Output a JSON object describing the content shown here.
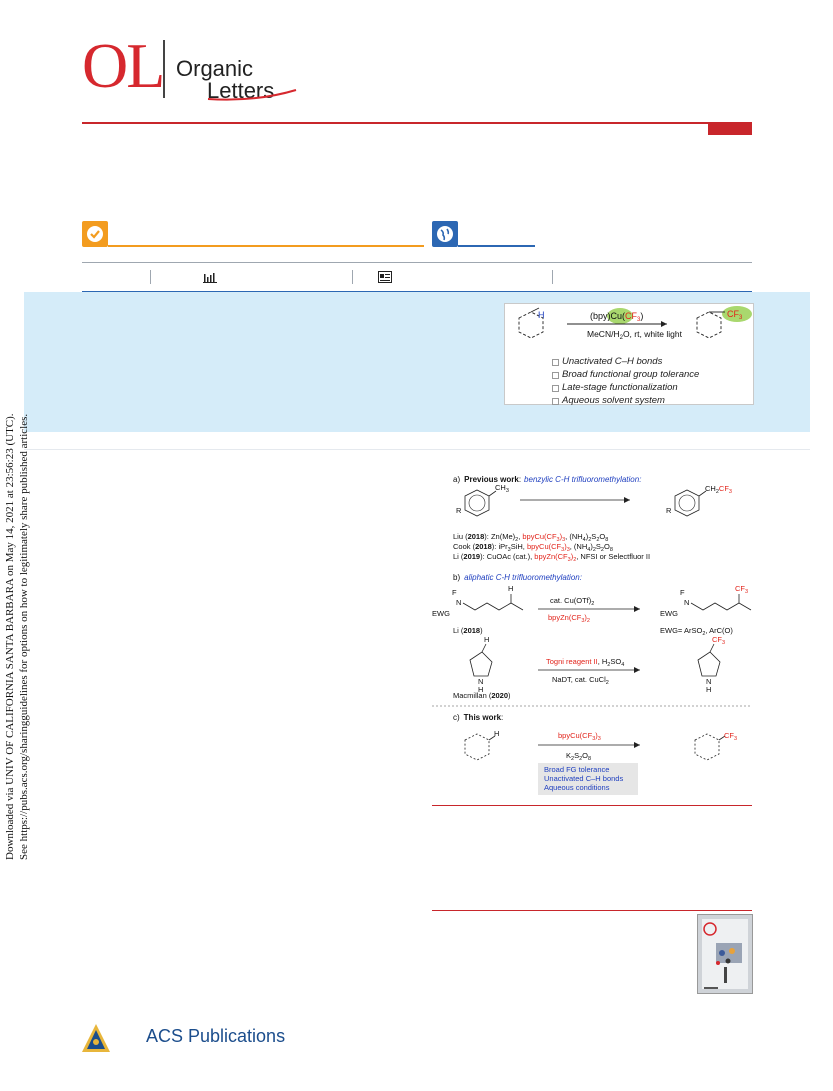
{
  "journal": {
    "logo_letters": "OL",
    "name_line1": "Organic",
    "name_line2": "Letters"
  },
  "side_note": {
    "line1": "Downloaded via UNIV OF CALIFORNIA SANTA BARBARA on May 14, 2021 at 23:56:23 (UTC).",
    "line2": "See https://pubs.acs.org/sharingguidelines for options on how to legitimately share published articles."
  },
  "toc": {
    "reagent_left": "(bpy)Cu(",
    "reagent_highlight": "CF",
    "reagent_sub": "3",
    "reagent_right": ")",
    "conditions_a": "MeCN/H",
    "conditions_sub": "2",
    "conditions_b": "O, rt, white light",
    "substrate_atom": "H",
    "product_group": "CF",
    "product_sub": "3",
    "features": [
      "Unactivated C–H bonds",
      "Broad functional group tolerance",
      "Late-stage functionalization",
      "Aqueous solvent system"
    ]
  },
  "figure": {
    "a_label": "a)",
    "a_bold": "Previous work",
    "a_colon": ":",
    "a_title": "benzylic C-H trifluoromethylation:",
    "a_reactant_group": "CH",
    "a_reactant_sub": "3",
    "a_r_label": "R",
    "a_product_group": "CH",
    "a_product_sub": "2",
    "a_product_cf": "CF",
    "a_product_cf_sub": "3",
    "refs": [
      {
        "pre": "Liu (",
        "year": "2018",
        "mid": "): Zn(Me)",
        "mid_sub": "2",
        "comma": ", ",
        "red": "bpyCu(CF",
        "red_sub": "3",
        "red_end": ")",
        "red_sub2": "3",
        "post": ", (NH",
        "p1": "4",
        "p2": ")",
        "p3": "2",
        "p4": "S",
        "p5": "2",
        "p6": "O",
        "p7": "8"
      },
      {
        "pre": "Cook (",
        "year": "2018",
        "mid": "): iPr",
        "mid_sub": "3",
        "comma": "SiH, ",
        "red": "bpyCu(CF",
        "red_sub": "3",
        "red_end": ")",
        "red_sub2": "3",
        "post": ", (NH",
        "p1": "4",
        "p2": ")",
        "p3": "2",
        "p4": "S",
        "p5": "2",
        "p6": "O",
        "p7": "8"
      },
      {
        "pre": "Li (",
        "year": "2019",
        "mid": "): CuOAc (cat.), ",
        "mid_sub": "",
        "comma": "",
        "red": "bpyZn(CF",
        "red_sub": "3",
        "red_end": ")",
        "red_sub2": "2",
        "post": ", NFSI or Selectfluor II",
        "p1": "",
        "p2": "",
        "p3": "",
        "p4": "",
        "p5": "",
        "p6": "",
        "p7": ""
      }
    ],
    "b_label": "b)",
    "b_title": "aliphatic C-H trifluoromethylation:",
    "b_atom_f": "F",
    "b_atom_n": "N",
    "b_ewg": "EWG",
    "b_atom_h": "H",
    "b_cond1": "cat. Cu(OTf)",
    "b_cond1_sub": "2",
    "b_red1": "bpyZn(CF",
    "b_red1_sub": "3",
    "b_red1_end": ")",
    "b_red1_sub2": "2",
    "b_li_pre": "Li (",
    "b_li_year": "2018",
    "b_li_post": ")",
    "b_product_cf": "CF",
    "b_product_cf_sub": "3",
    "b_ewg_note": "EWG= ArSO",
    "b_ewg_note_sub": "2",
    "b_ewg_note_end": ", ArC(O)",
    "b_red2": "Togni reagent II",
    "b_cond2": ", H",
    "b_cond2_sub": "2",
    "b_cond2_end": "SO",
    "b_cond2_sub2": "4",
    "b_cond3": "NaDT, cat. CuCl",
    "b_cond3_sub": "2",
    "b_mac_pre": "Macmillan (",
    "b_mac_year": "2020",
    "b_mac_post": ")",
    "c_label": "c)",
    "c_bold": "This work",
    "c_colon": ":",
    "c_red": "bpyCu(CF",
    "c_red_sub": "3",
    "c_red_end": ")",
    "c_red_sub2": "3",
    "c_oxidant": "K",
    "c_oxidant_s1": "2",
    "c_oxidant_mid": "S",
    "c_oxidant_s2": "2",
    "c_oxidant_end": "O",
    "c_oxidant_s3": "8",
    "c_features": [
      "Broad FG tolerance",
      "Unactivated C–H bonds",
      "Aqueous conditions"
    ]
  },
  "footer": {
    "publisher": "ACS Publications"
  },
  "colors": {
    "brand_red": "#c8262b",
    "orange": "#f39c1f",
    "blue": "#2c67b3",
    "abstract_bg": "#d5ecf9"
  }
}
